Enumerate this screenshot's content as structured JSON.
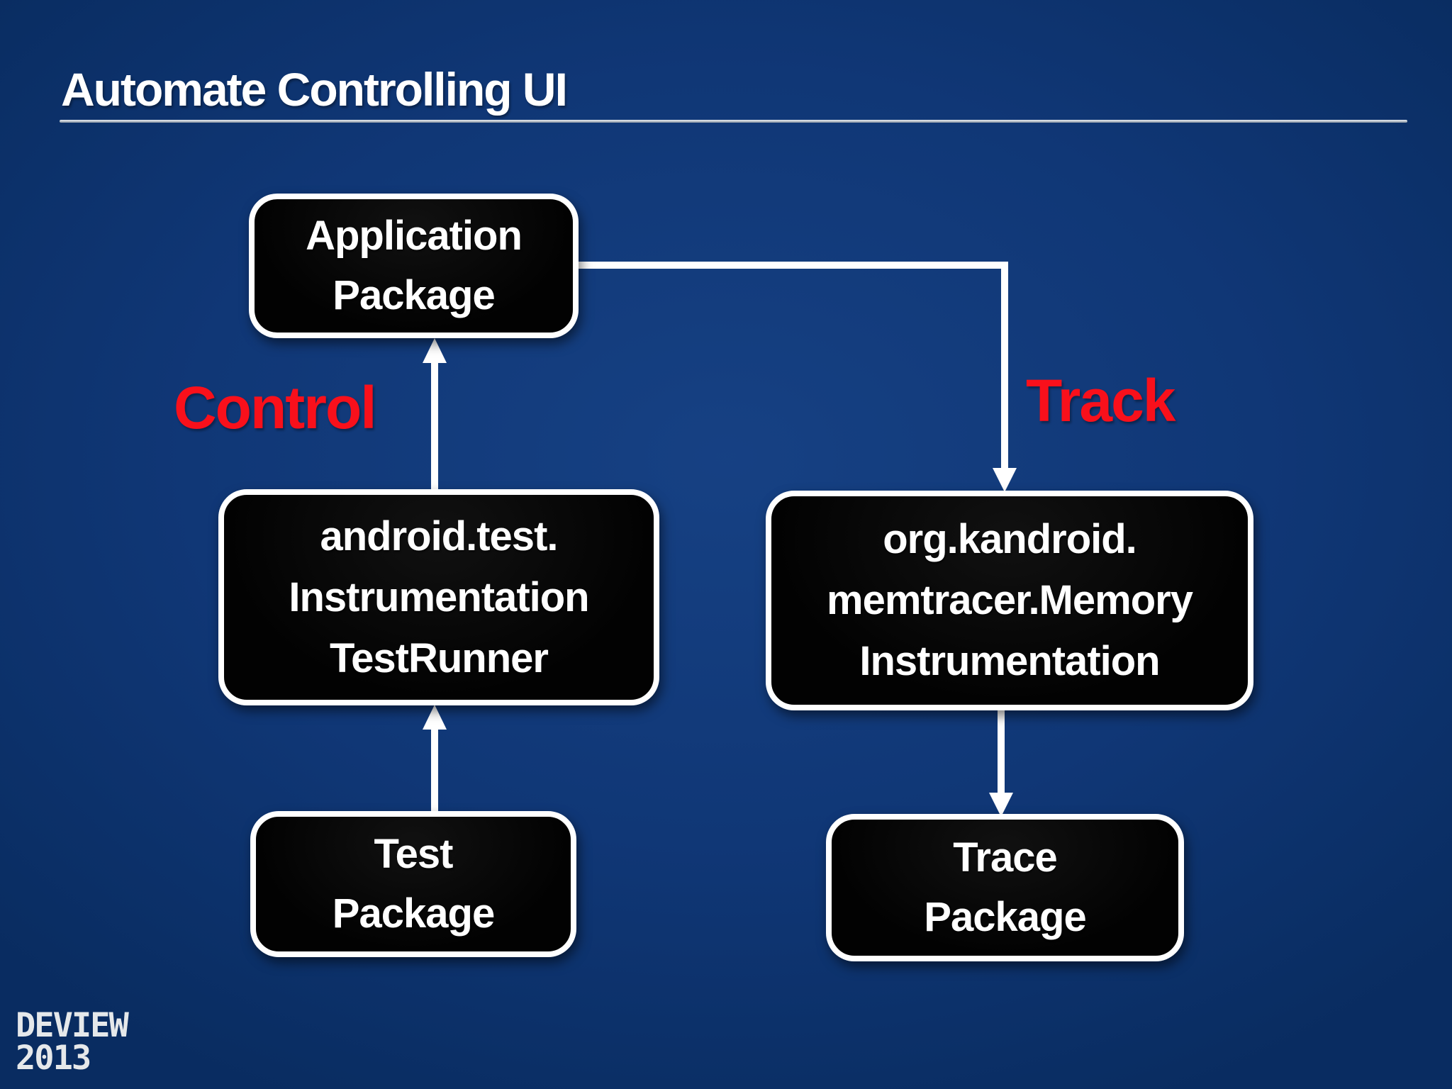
{
  "slide": {
    "title": "Automate Controlling UI",
    "logo": {
      "line1": "DEVIEW",
      "line2": "2013"
    }
  },
  "diagram": {
    "nodes": {
      "application": {
        "label": "Application\nPackage"
      },
      "testrunner": {
        "label": "android.test.\nInstrumentation\nTestRunner"
      },
      "meminstr": {
        "label": "org.kandroid.\nmemtracer.Memory\nInstrumentation"
      },
      "testpkg": {
        "label": "Test\nPackage"
      },
      "tracepkg": {
        "label": "Trace\nPackage"
      }
    },
    "edge_labels": {
      "control": "Control",
      "track": "Track"
    },
    "edges": [
      {
        "from": "testrunner",
        "to": "application",
        "label": "Control",
        "direction": "up"
      },
      {
        "from": "application",
        "to": "meminstr",
        "label": "Track",
        "direction": "right-then-down"
      },
      {
        "from": "testpkg",
        "to": "testrunner",
        "label": "",
        "direction": "up"
      },
      {
        "from": "meminstr",
        "to": "tracepkg",
        "label": "",
        "direction": "down"
      }
    ]
  },
  "colors": {
    "background": "#0e3574",
    "node_fill": "#040404",
    "node_border": "#ffffff",
    "connector": "#ffffff",
    "accent_red": "#f9101b",
    "title_text": "#ffffff",
    "underline": "#aeb9c2",
    "logo_text": "#e5e8ea"
  }
}
